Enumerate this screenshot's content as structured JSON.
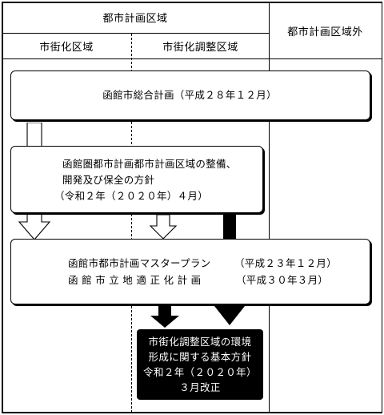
{
  "header": {
    "planning_area": "都市計画区域",
    "urbanization_area": "市街化区域",
    "urbanization_control_area": "市街化調整区域",
    "outside_planning_area": "都市計画区域外"
  },
  "boxes": {
    "comprehensive_plan": "函館市総合計画（平成２８年１２月）",
    "regional_policy": {
      "line1": "函館圏都市計画都市計画区域の整備、",
      "line2": "開発及び保全の方針",
      "line3": "（令和２年（２０２０年）４月）"
    },
    "master_plan": {
      "line1": "函館市都市計画マスタープラン",
      "line1_date": "（平成２３年１２月）",
      "line2": "函 館 市 立 地 適 正 化 計 画",
      "line2_date": "（平成３０年３月）"
    },
    "basic_policy": {
      "line1": "市街化調整区域の環境",
      "line2": "形成に関する基本方針",
      "line3": "令和２年（２０２０年）",
      "line4": "３月改正"
    }
  }
}
